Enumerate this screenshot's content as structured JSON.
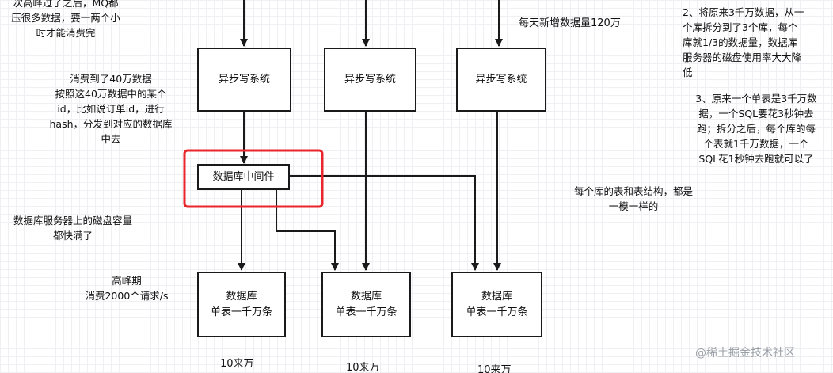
{
  "colors": {
    "line": "#1a1a1a",
    "highlight": "#e8262b",
    "watermark": "#9aa0a6"
  },
  "writers": [
    "异步写系统",
    "异步写系统",
    "异步写系统"
  ],
  "middleware": "数据库中间件",
  "databases": [
    {
      "line1": "数据库",
      "line2": "单表一千万条",
      "count": "10来万"
    },
    {
      "line1": "数据库",
      "line2": "单表一千万条",
      "count": "10来万"
    },
    {
      "line1": "数据库",
      "line2": "单表一千万条",
      "count": "10来万"
    }
  ],
  "notes": {
    "top_left": [
      "次高峰过了之后，MQ都",
      "压很多数据，要一两个小",
      "时才能消费完"
    ],
    "consume": [
      "消费到了40万数据",
      "按照这40万数据中的某个",
      "id，比如说订单id，进行",
      "hash，分发到对应的数据库",
      "中去"
    ],
    "disk_full": [
      "数据库服务器上的磁盘容量",
      "都快满了"
    ],
    "peak": [
      "高峰期",
      "消费2000个请求/s"
    ],
    "daily": "每天新增数据量120万",
    "right_2": [
      "2、将原来3千万数据，从一",
      "个库拆分到了3个库，每个",
      "库就1/3的数据量，数据库",
      "服务器的磁盘使用率大大降",
      "低"
    ],
    "right_3": [
      "3、原来一个单表是3千万数",
      "据，一个SQL要花3秒钟去",
      "跑；拆分之后，每个库的每",
      "个表就1千万数据，一个",
      "SQL花1秒钟去跑就可以了"
    ],
    "schema": [
      "每个库的表和表结构，都是",
      "一模一样的"
    ]
  },
  "watermark": "@稀土掘金技术社区"
}
